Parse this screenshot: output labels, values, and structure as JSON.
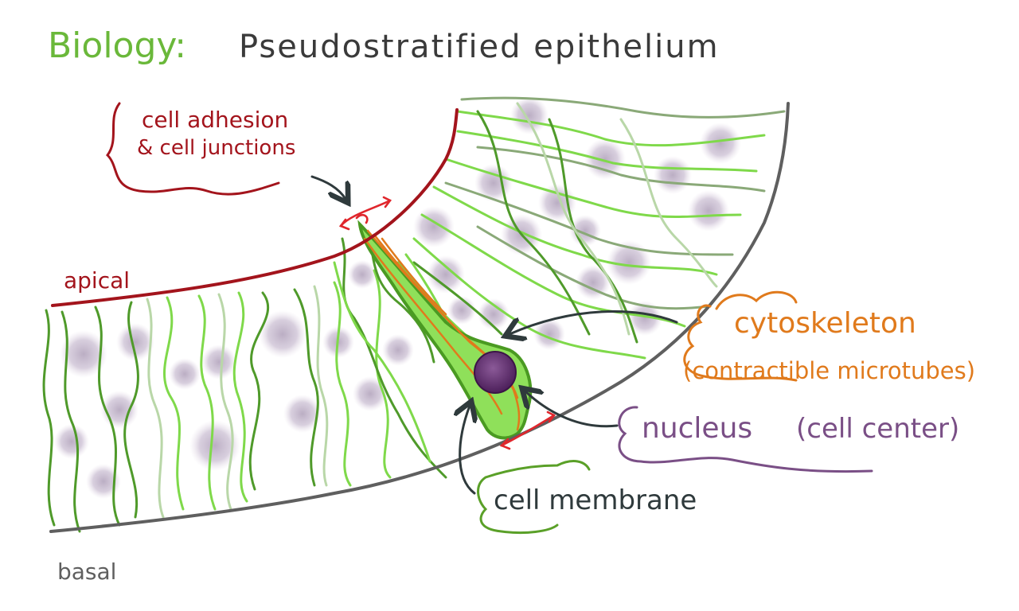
{
  "title": {
    "subject": "Biology:",
    "topic": "Pseudostratified epithelium"
  },
  "labels": {
    "adhesion_line1": "cell adhesion",
    "adhesion_line2": "& cell junctions",
    "apical": "apical",
    "basal": "basal",
    "cytoskeleton": "cytoskeleton",
    "cytoskeleton_note": "(contractible microtubes)",
    "nucleus": "nucleus",
    "nucleus_note": "(cell center)",
    "cell_membrane": "cell membrane"
  },
  "colors": {
    "title_green": "#6ab83a",
    "title_dark": "#3a3a3a",
    "apical_red": "#a3141c",
    "junction_red": "#e0262c",
    "basal_gray": "#5f5f5f",
    "cytoskeleton_orange": "#e07a1c",
    "nucleus_purple": "#7a4f86",
    "nucleus_fill": "#5c2d6a",
    "membrane_green": "#5aa028",
    "cell_light": "#7fd94a",
    "cell_mid": "#4f9a2a",
    "cell_pale": "#b9d7a8",
    "cell_gray": "#8aa978",
    "nuclei_lilac": "#c9bfd0",
    "arrow_dark": "#2f3a3c"
  }
}
